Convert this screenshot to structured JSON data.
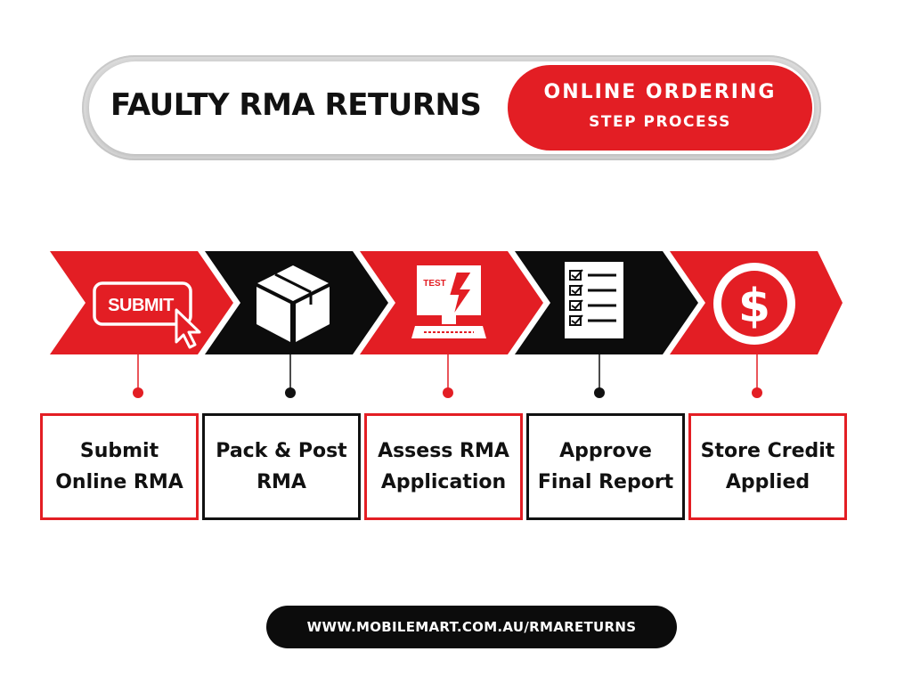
{
  "header": {
    "title": "FAULTY RMA RETURNS",
    "badge_line1": "ONLINE ORDERING",
    "badge_line2": "STEP PROCESS"
  },
  "steps": [
    {
      "label_line1": "Submit",
      "label_line2": "Online RMA",
      "icon": "submit-cursor-icon",
      "icon_text": "SUBMIT",
      "color": "#e31e24"
    },
    {
      "label_line1": "Pack & Post",
      "label_line2": "RMA",
      "icon": "box-icon",
      "color": "#111111"
    },
    {
      "label_line1": "Assess RMA",
      "label_line2": "Application",
      "icon": "test-computer-icon",
      "icon_text": "TEST",
      "color": "#e31e24"
    },
    {
      "label_line1": "Approve",
      "label_line2": "Final Report",
      "icon": "checklist-icon",
      "color": "#111111"
    },
    {
      "label_line1": "Store Credit",
      "label_line2": "Applied",
      "icon": "dollar-coin-icon",
      "icon_text": "$",
      "color": "#e31e24"
    }
  ],
  "footer": {
    "url": "WWW.MOBILEMART.COM.AU/RMARETURNS"
  },
  "colors": {
    "accent": "#e31e24",
    "dark": "#111111",
    "white": "#ffffff"
  }
}
